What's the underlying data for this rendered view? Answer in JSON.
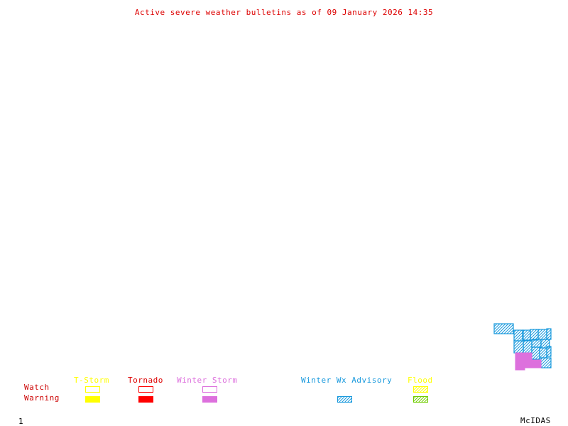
{
  "title": "Active severe weather bulletins as of 09 January 2026 14:35",
  "colors": {
    "title": "#dd0000",
    "row_labels": "#cc0000",
    "tstorm": "#ffff00",
    "tornado": "#ff0000",
    "winter_storm": "#dd70dd",
    "winter_wx_advisory": "#1899dd",
    "flood_watch": "#ffff00",
    "flood_warning": "#70cc00"
  },
  "legend": {
    "row_labels": {
      "watch": "Watch",
      "warning": "Warning"
    },
    "categories": [
      {
        "key": "tstorm",
        "label": "T-Storm",
        "watch": "outline",
        "warning": "filled"
      },
      {
        "key": "tornado",
        "label": "Tornado",
        "watch": "outline",
        "warning": "filled"
      },
      {
        "key": "winter_storm",
        "label": "Winter Storm",
        "watch": "outline",
        "warning": "filled"
      },
      {
        "key": "winter_wx_advisory",
        "label": "Winter Wx Advisory",
        "watch": null,
        "warning": "hatched"
      },
      {
        "key": "flood",
        "label": "Flood",
        "watch": "hatched",
        "warning": "hatched"
      }
    ]
  },
  "map_alerts": [
    {
      "type": "Winter Wx Advisory",
      "style": "hatched",
      "color": "#1899dd",
      "region": "southeast-corner-cluster"
    },
    {
      "type": "Winter Storm Warning",
      "style": "filled",
      "color": "#dd70dd",
      "region": "southeast-corner-cluster"
    }
  ],
  "footer": {
    "frame_number": "1",
    "product": "McIDAS"
  }
}
